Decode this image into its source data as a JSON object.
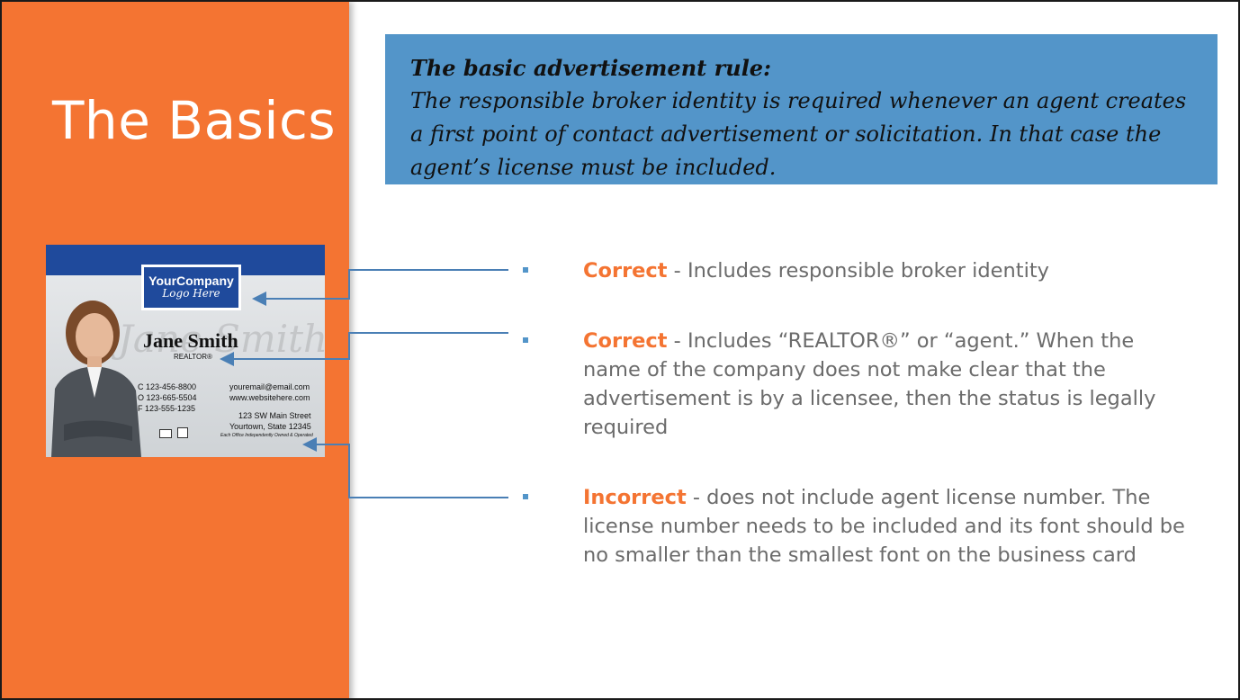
{
  "slide": {
    "title": "The Basics"
  },
  "rule": {
    "heading": "The basic advertisement rule:",
    "text": "The responsible broker identity is required whenever an agent creates a first point of contact advertisement or solicitation. In that case the agent’s license must be included."
  },
  "business_card": {
    "logo_line1": "YourCompany",
    "logo_line2": "Logo Here",
    "watermark": "Jane Smith",
    "name": "Jane Smith",
    "role": "REALTOR®",
    "phone_c": "C  123-456-8800",
    "phone_o": "O  123-665-5504",
    "phone_f": "F  123-555-1235",
    "email": "youremail@email.com",
    "website": "www.websitehere.com",
    "address1": "123 SW Main Street",
    "address2": "Yourtown, State 12345",
    "disclaimer": "Each Office Independently Owned & Operated"
  },
  "items": [
    {
      "label": "Correct",
      "text": " - Includes responsible broker identity"
    },
    {
      "label": "Correct",
      "text": " - Includes “REALTOR®” or “agent.” When the name of the company does not make clear that the advertisement is by a licensee, then the status is legally required"
    },
    {
      "label": "Incorrect",
      "text": " - does not include agent license number. The license number needs to be included and its font should be no smaller than the smallest font on the business card"
    }
  ],
  "colors": {
    "accent_orange": "#f47432",
    "box_blue": "#5395c9",
    "card_blue": "#1f4a9c",
    "body_text": "#6b6b6b",
    "connector": "#4a7fb5"
  }
}
